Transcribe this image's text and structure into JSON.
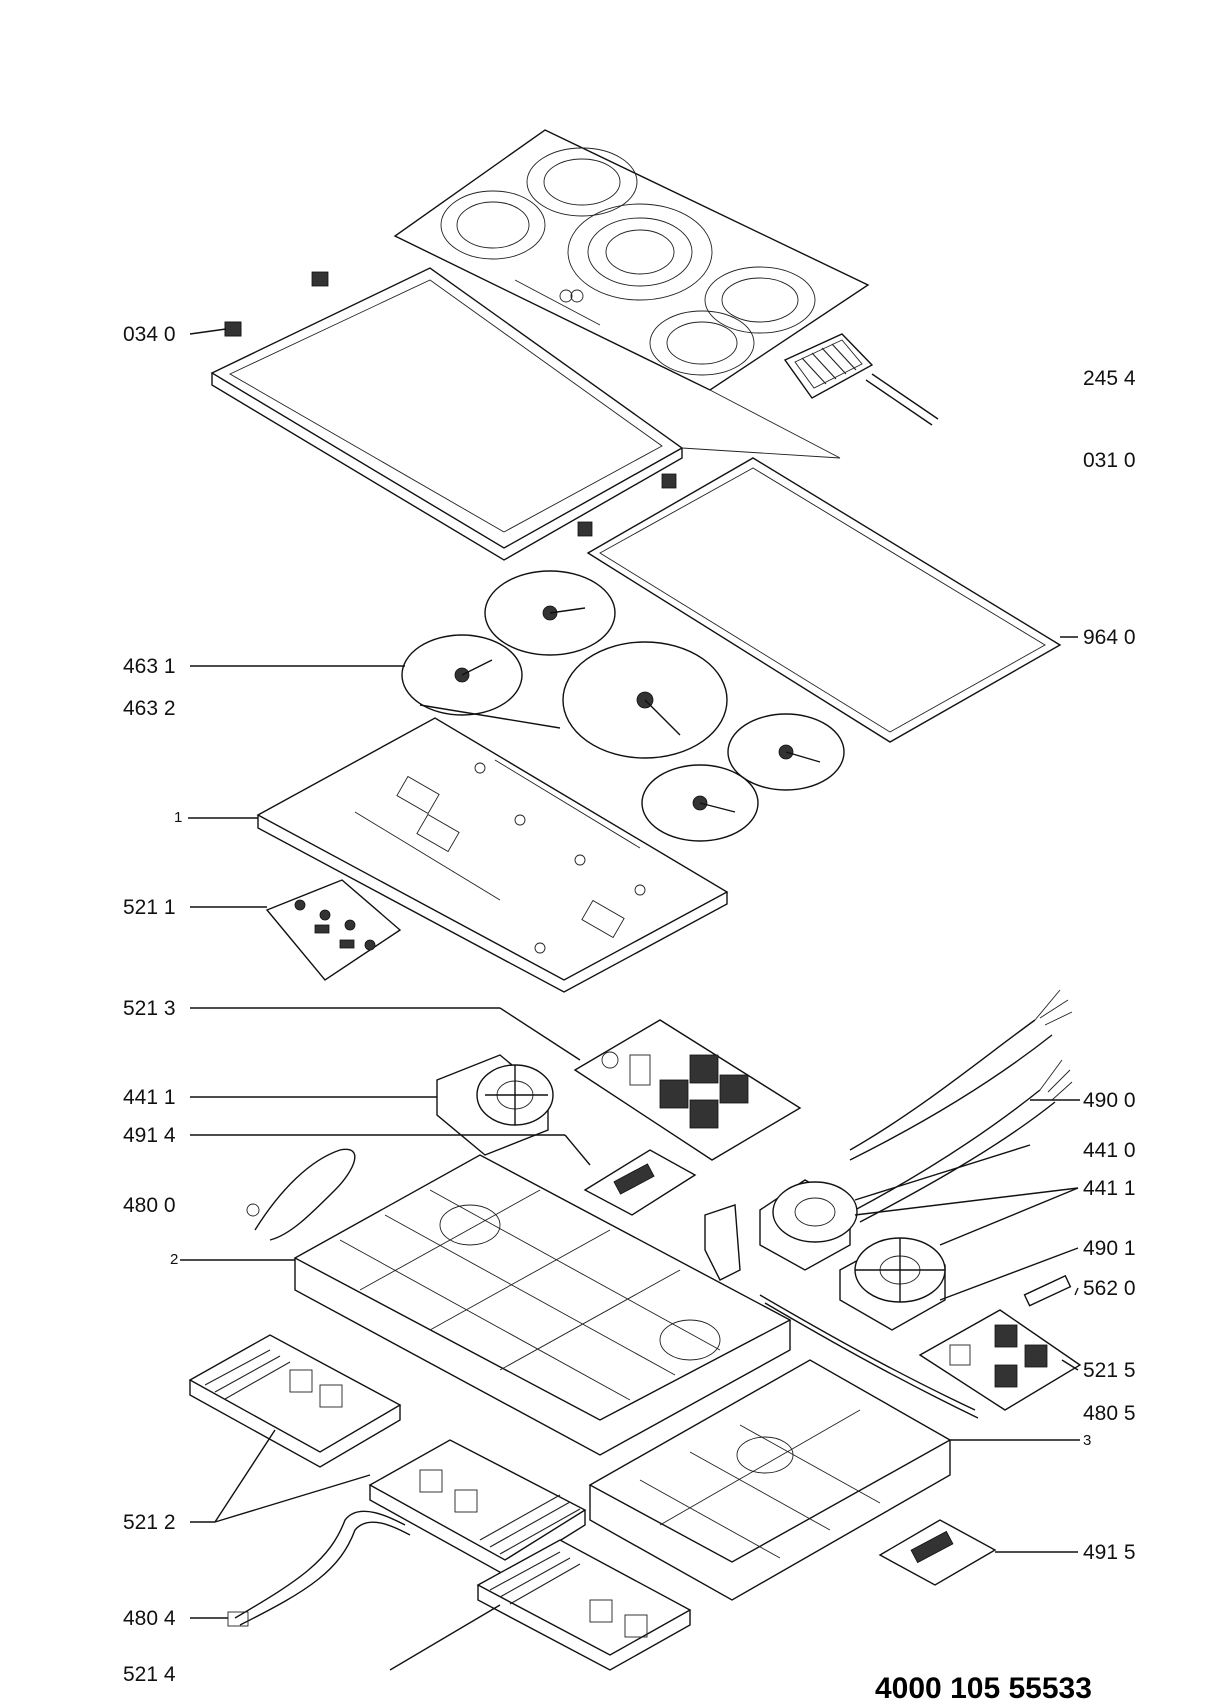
{
  "diagram": {
    "document_number": "4000 105 55533",
    "labels": [
      {
        "id": "034-0",
        "text": "034 0"
      },
      {
        "id": "245-4",
        "text": "245 4"
      },
      {
        "id": "031-0",
        "text": "031 0"
      },
      {
        "id": "964-0",
        "text": "964 0"
      },
      {
        "id": "463-1",
        "text": "463 1"
      },
      {
        "id": "463-2",
        "text": "463 2"
      },
      {
        "id": "1",
        "text": "1"
      },
      {
        "id": "521-1",
        "text": "521 1"
      },
      {
        "id": "521-3",
        "text": "521 3"
      },
      {
        "id": "441-1a",
        "text": "441 1"
      },
      {
        "id": "490-0",
        "text": "490 0"
      },
      {
        "id": "491-4",
        "text": "491 4"
      },
      {
        "id": "441-0",
        "text": "441 0"
      },
      {
        "id": "480-0",
        "text": "480 0"
      },
      {
        "id": "441-1b",
        "text": "441 1"
      },
      {
        "id": "2",
        "text": "2"
      },
      {
        "id": "490-1",
        "text": "490 1"
      },
      {
        "id": "562-0",
        "text": "562 0"
      },
      {
        "id": "521-5",
        "text": "521 5"
      },
      {
        "id": "480-5",
        "text": "480 5"
      },
      {
        "id": "3",
        "text": "3"
      },
      {
        "id": "521-2",
        "text": "521 2"
      },
      {
        "id": "491-5",
        "text": "491 5"
      },
      {
        "id": "480-4",
        "text": "480 4"
      },
      {
        "id": "521-4",
        "text": "521 4"
      }
    ]
  }
}
